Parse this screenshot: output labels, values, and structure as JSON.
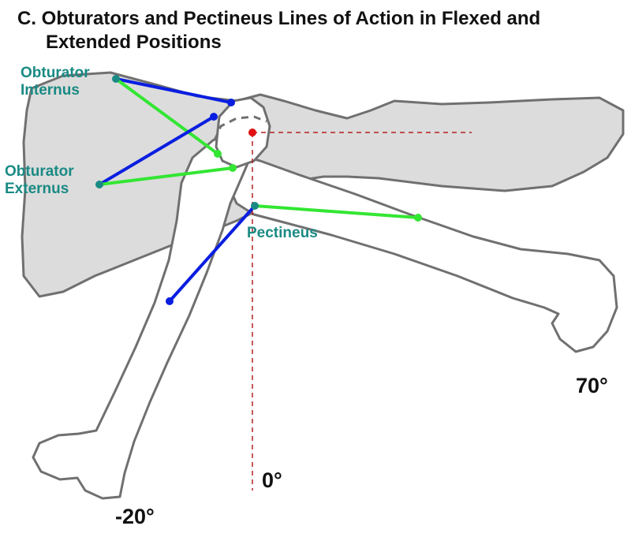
{
  "figure": {
    "title_line1": "C. Obturators and Pectineus Lines of Action in Flexed and",
    "title_line2": "Extended Positions"
  },
  "labels": {
    "obturator_internus_1": "Obturator",
    "obturator_internus_2": "Internus",
    "obturator_externus_1": "Obturator",
    "obturator_externus_2": "Externus",
    "pectineus": "Pectineus"
  },
  "angles": {
    "flexed": "70°",
    "neutral": "0°",
    "extended": "-20°"
  },
  "colors": {
    "bone_fill": "#dcdcdc",
    "bone_stroke": "#707070",
    "femur_fill": "#ffffff",
    "blue_line": "#0a1ee0",
    "green_line": "#33e633",
    "label_teal": "#1a8a84",
    "hip_center": "#e01010",
    "reference_line": "#b22222"
  }
}
